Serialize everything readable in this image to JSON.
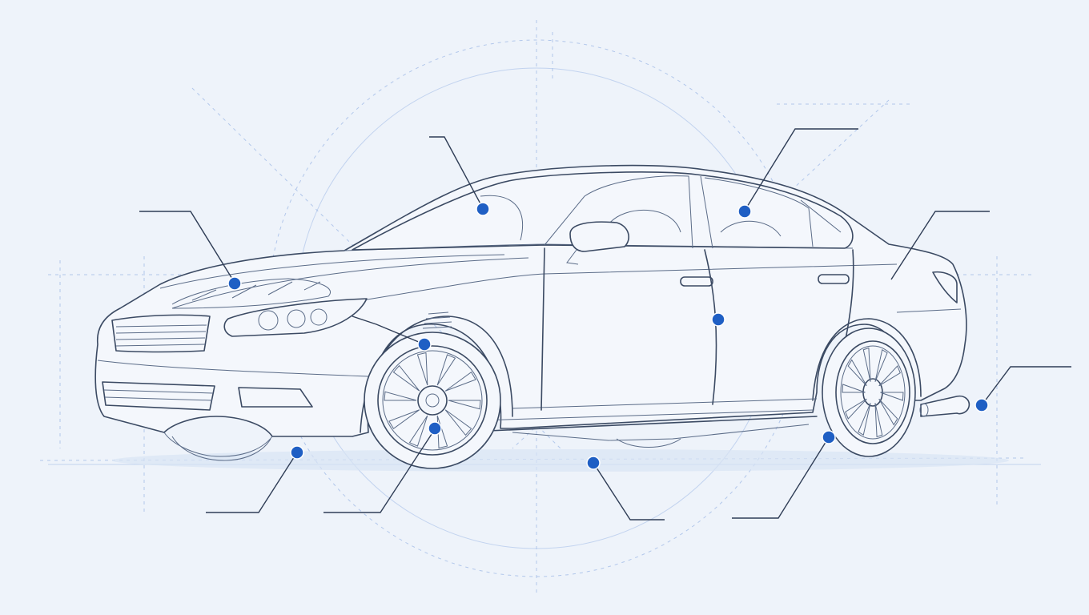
{
  "colors": {
    "background": "#eef3fa",
    "linework": "#3b4a63",
    "guides": "#9db8e6",
    "callout_dot": "#1f5fc4"
  },
  "callouts": [
    {
      "id": "hood-engine",
      "name": "hood-engine-callout"
    },
    {
      "id": "windshield",
      "name": "windshield-callout"
    },
    {
      "id": "rear-window",
      "name": "rear-window-callout"
    },
    {
      "id": "trunk",
      "name": "trunk-callout"
    },
    {
      "id": "front-suspension",
      "name": "front-suspension-callout"
    },
    {
      "id": "door",
      "name": "door-callout"
    },
    {
      "id": "exhaust",
      "name": "exhaust-callout"
    },
    {
      "id": "front-bumper-low",
      "name": "front-bumper-low-callout"
    },
    {
      "id": "front-wheel",
      "name": "front-wheel-callout"
    },
    {
      "id": "underbody",
      "name": "underbody-callout"
    },
    {
      "id": "rear-tire",
      "name": "rear-tire-callout"
    }
  ]
}
